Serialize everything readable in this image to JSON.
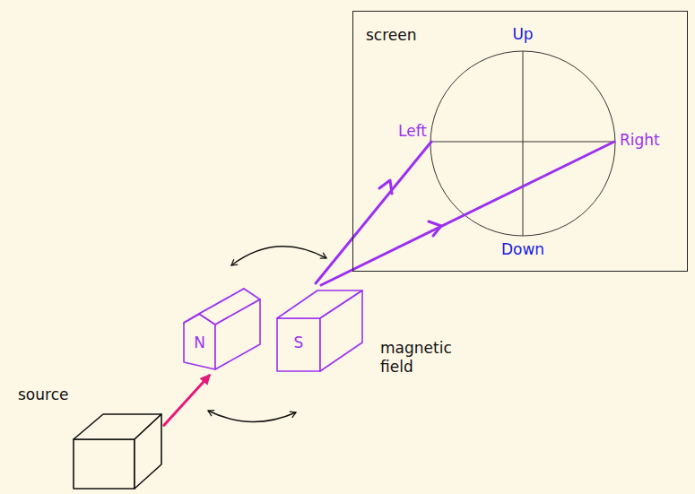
{
  "diagram": {
    "nodes": [
      {
        "text": [
          "screen"
        ]
      },
      {
        "text": [
          "source"
        ]
      },
      {
        "text": [
          "N"
        ]
      },
      {
        "text": [
          "S"
        ]
      }
    ],
    "edges": [
      {
        "from": 1,
        "to": 2,
        "arrow": "to"
      }
    ],
    "labels": [
      "Up",
      "Left",
      "Right",
      "Down",
      "magnetic field"
    ]
  }
}
